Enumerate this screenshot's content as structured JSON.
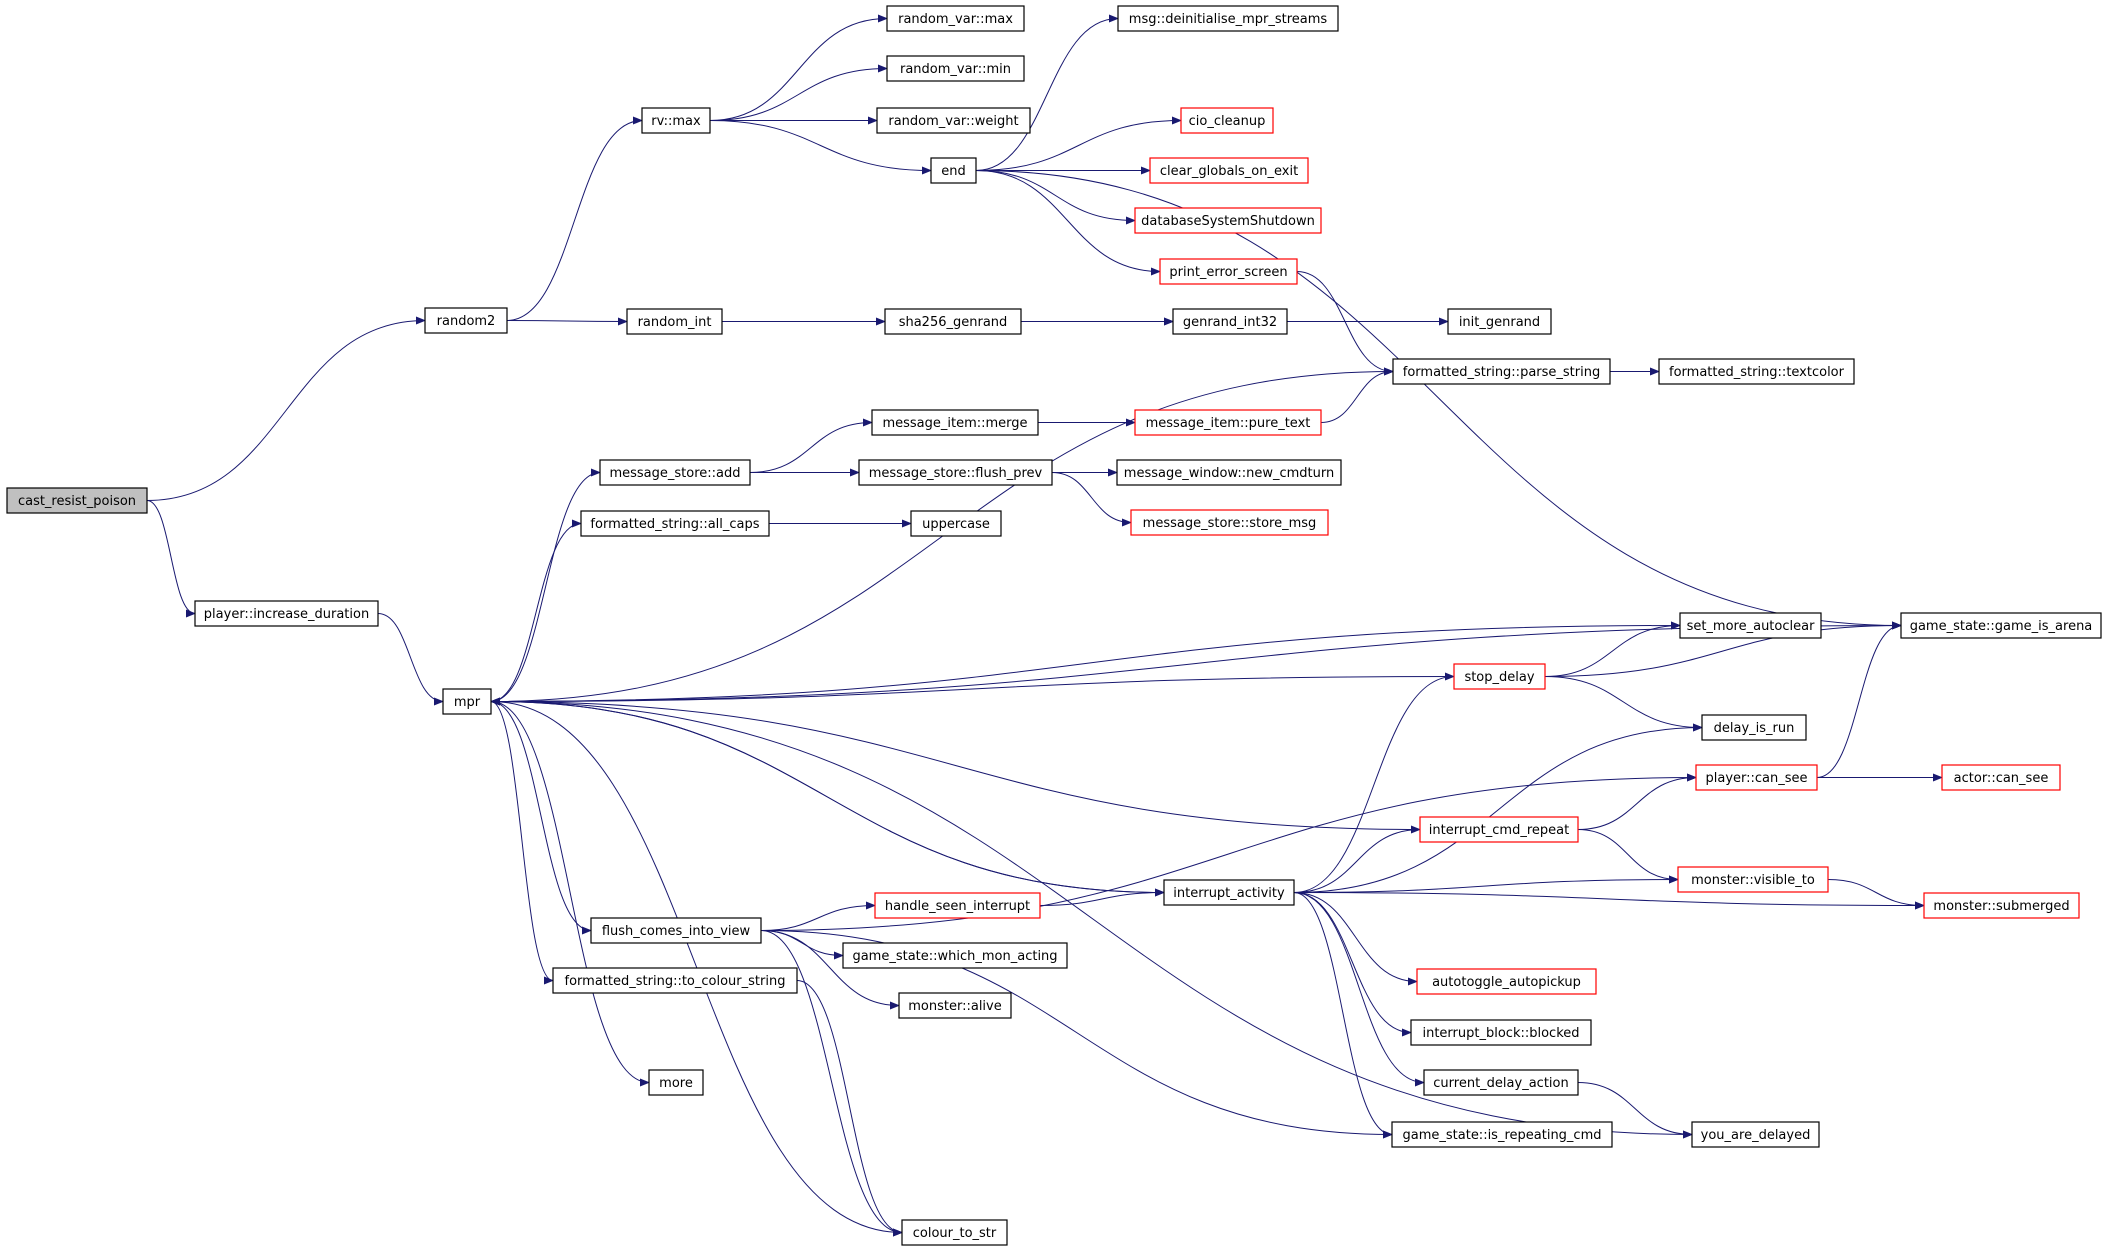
{
  "diagram": {
    "type": "call-graph",
    "colors": {
      "edge": "#191970",
      "box_border": "#000000",
      "truncated_border": "#ff0000",
      "root_fill": "#c0c0c0"
    },
    "nodes": [
      {
        "id": "cast_resist_poison",
        "label": "cast_resist_poison",
        "style": "root"
      },
      {
        "id": "random2",
        "label": "random2",
        "style": "normal"
      },
      {
        "id": "player_increase_duration",
        "label": "player::increase_duration",
        "style": "normal"
      },
      {
        "id": "mpr",
        "label": "mpr",
        "style": "normal"
      },
      {
        "id": "rv_max",
        "label": "rv::max",
        "style": "normal"
      },
      {
        "id": "random_int",
        "label": "random_int",
        "style": "normal"
      },
      {
        "id": "random_var_max",
        "label": "random_var::max",
        "style": "normal"
      },
      {
        "id": "random_var_min",
        "label": "random_var::min",
        "style": "normal"
      },
      {
        "id": "random_var_weight",
        "label": "random_var::weight",
        "style": "normal"
      },
      {
        "id": "end",
        "label": "end",
        "style": "normal"
      },
      {
        "id": "msg_deinit",
        "label": "msg::deinitialise_mpr_streams",
        "style": "normal"
      },
      {
        "id": "cio_cleanup",
        "label": "cio_cleanup",
        "style": "truncated"
      },
      {
        "id": "clear_globals_on_exit",
        "label": "clear_globals_on_exit",
        "style": "truncated"
      },
      {
        "id": "databaseSystemShutdown",
        "label": "databaseSystemShutdown",
        "style": "truncated"
      },
      {
        "id": "print_error_screen",
        "label": "print_error_screen",
        "style": "truncated"
      },
      {
        "id": "sha256_genrand",
        "label": "sha256_genrand",
        "style": "normal"
      },
      {
        "id": "genrand_int32",
        "label": "genrand_int32",
        "style": "normal"
      },
      {
        "id": "init_genrand",
        "label": "init_genrand",
        "style": "normal"
      },
      {
        "id": "fs_parse_string",
        "label": "formatted_string::parse_string",
        "style": "normal"
      },
      {
        "id": "fs_textcolor",
        "label": "formatted_string::textcolor",
        "style": "normal"
      },
      {
        "id": "message_item_merge",
        "label": "message_item::merge",
        "style": "normal"
      },
      {
        "id": "message_item_pure_text",
        "label": "message_item::pure_text",
        "style": "truncated"
      },
      {
        "id": "message_store_add",
        "label": "message_store::add",
        "style": "normal"
      },
      {
        "id": "message_store_flush_prev",
        "label": "message_store::flush_prev",
        "style": "normal"
      },
      {
        "id": "message_window_new_cmdturn",
        "label": "message_window::new_cmdturn",
        "style": "normal"
      },
      {
        "id": "message_store_store_msg",
        "label": "message_store::store_msg",
        "style": "truncated"
      },
      {
        "id": "fs_all_caps",
        "label": "formatted_string::all_caps",
        "style": "normal"
      },
      {
        "id": "uppercase",
        "label": "uppercase",
        "style": "normal"
      },
      {
        "id": "game_is_arena",
        "label": "game_state::game_is_arena",
        "style": "normal"
      },
      {
        "id": "set_more_autoclear",
        "label": "set_more_autoclear",
        "style": "normal"
      },
      {
        "id": "stop_delay",
        "label": "stop_delay",
        "style": "truncated"
      },
      {
        "id": "delay_is_run",
        "label": "delay_is_run",
        "style": "normal"
      },
      {
        "id": "player_can_see",
        "label": "player::can_see",
        "style": "truncated"
      },
      {
        "id": "actor_can_see",
        "label": "actor::can_see",
        "style": "truncated"
      },
      {
        "id": "interrupt_cmd_repeat",
        "label": "interrupt_cmd_repeat",
        "style": "truncated"
      },
      {
        "id": "monster_visible_to",
        "label": "monster::visible_to",
        "style": "truncated"
      },
      {
        "id": "interrupt_activity",
        "label": "interrupt_activity",
        "style": "normal"
      },
      {
        "id": "monster_submerged",
        "label": "monster::submerged",
        "style": "truncated"
      },
      {
        "id": "handle_seen_interrupt",
        "label": "handle_seen_interrupt",
        "style": "truncated"
      },
      {
        "id": "flush_comes_into_view",
        "label": "flush_comes_into_view",
        "style": "normal"
      },
      {
        "id": "which_mon_acting",
        "label": "game_state::which_mon_acting",
        "style": "normal"
      },
      {
        "id": "monster_alive",
        "label": "monster::alive",
        "style": "normal"
      },
      {
        "id": "fs_to_colour_string",
        "label": "formatted_string::to_colour_string",
        "style": "normal"
      },
      {
        "id": "autotoggle_autopickup",
        "label": "autotoggle_autopickup",
        "style": "truncated"
      },
      {
        "id": "interrupt_block_blocked",
        "label": "interrupt_block::blocked",
        "style": "normal"
      },
      {
        "id": "current_delay_action",
        "label": "current_delay_action",
        "style": "normal"
      },
      {
        "id": "more",
        "label": "more",
        "style": "normal"
      },
      {
        "id": "is_repeating_cmd",
        "label": "game_state::is_repeating_cmd",
        "style": "normal"
      },
      {
        "id": "you_are_delayed",
        "label": "you_are_delayed",
        "style": "normal"
      },
      {
        "id": "colour_to_str",
        "label": "colour_to_str",
        "style": "normal"
      }
    ],
    "edges": [
      [
        "cast_resist_poison",
        "random2"
      ],
      [
        "cast_resist_poison",
        "player_increase_duration"
      ],
      [
        "player_increase_duration",
        "mpr"
      ],
      [
        "random2",
        "rv_max"
      ],
      [
        "random2",
        "random_int"
      ],
      [
        "rv_max",
        "random_var_max"
      ],
      [
        "rv_max",
        "random_var_min"
      ],
      [
        "rv_max",
        "random_var_weight"
      ],
      [
        "rv_max",
        "end"
      ],
      [
        "end",
        "msg_deinit"
      ],
      [
        "end",
        "cio_cleanup"
      ],
      [
        "end",
        "clear_globals_on_exit"
      ],
      [
        "end",
        "databaseSystemShutdown"
      ],
      [
        "end",
        "print_error_screen"
      ],
      [
        "end",
        "game_is_arena"
      ],
      [
        "random_int",
        "sha256_genrand"
      ],
      [
        "random_int",
        "genrand_int32"
      ],
      [
        "sha256_genrand",
        "genrand_int32"
      ],
      [
        "genrand_int32",
        "init_genrand"
      ],
      [
        "print_error_screen",
        "fs_parse_string"
      ],
      [
        "fs_parse_string",
        "fs_textcolor"
      ],
      [
        "message_item_merge",
        "message_item_pure_text"
      ],
      [
        "message_item_pure_text",
        "fs_parse_string"
      ],
      [
        "message_store_add",
        "message_item_merge"
      ],
      [
        "message_store_add",
        "message_store_flush_prev"
      ],
      [
        "message_store_flush_prev",
        "message_window_new_cmdturn"
      ],
      [
        "message_store_flush_prev",
        "message_store_store_msg"
      ],
      [
        "fs_all_caps",
        "uppercase"
      ],
      [
        "mpr",
        "fs_parse_string"
      ],
      [
        "mpr",
        "message_store_add"
      ],
      [
        "mpr",
        "fs_all_caps"
      ],
      [
        "mpr",
        "game_is_arena"
      ],
      [
        "mpr",
        "set_more_autoclear"
      ],
      [
        "mpr",
        "interrupt_activity"
      ],
      [
        "mpr",
        "flush_comes_into_view"
      ],
      [
        "mpr",
        "fs_to_colour_string"
      ],
      [
        "mpr",
        "more"
      ],
      [
        "mpr",
        "you_are_delayed"
      ],
      [
        "stop_delay",
        "mpr"
      ],
      [
        "stop_delay",
        "set_more_autoclear"
      ],
      [
        "stop_delay",
        "game_is_arena"
      ],
      [
        "stop_delay",
        "delay_is_run"
      ],
      [
        "interrupt_cmd_repeat",
        "mpr"
      ],
      [
        "interrupt_cmd_repeat",
        "player_can_see"
      ],
      [
        "interrupt_cmd_repeat",
        "monster_visible_to"
      ],
      [
        "interrupt_activity",
        "mpr"
      ],
      [
        "interrupt_activity",
        "stop_delay"
      ],
      [
        "interrupt_activity",
        "delay_is_run"
      ],
      [
        "interrupt_activity",
        "interrupt_cmd_repeat"
      ],
      [
        "interrupt_activity",
        "monster_visible_to"
      ],
      [
        "interrupt_activity",
        "monster_submerged"
      ],
      [
        "interrupt_activity",
        "autotoggle_autopickup"
      ],
      [
        "interrupt_activity",
        "interrupt_block_blocked"
      ],
      [
        "interrupt_activity",
        "current_delay_action"
      ],
      [
        "interrupt_activity",
        "is_repeating_cmd"
      ],
      [
        "player_can_see",
        "game_is_arena"
      ],
      [
        "player_can_see",
        "actor_can_see"
      ],
      [
        "monster_visible_to",
        "monster_submerged"
      ],
      [
        "current_delay_action",
        "you_are_delayed"
      ],
      [
        "handle_seen_interrupt",
        "interrupt_activity"
      ],
      [
        "flush_comes_into_view",
        "player_can_see"
      ],
      [
        "flush_comes_into_view",
        "handle_seen_interrupt"
      ],
      [
        "flush_comes_into_view",
        "which_mon_acting"
      ],
      [
        "flush_comes_into_view",
        "monster_alive"
      ],
      [
        "flush_comes_into_view",
        "is_repeating_cmd"
      ],
      [
        "flush_comes_into_view",
        "colour_to_str"
      ],
      [
        "fs_to_colour_string",
        "colour_to_str"
      ],
      [
        "mpr",
        "colour_to_str"
      ]
    ]
  }
}
